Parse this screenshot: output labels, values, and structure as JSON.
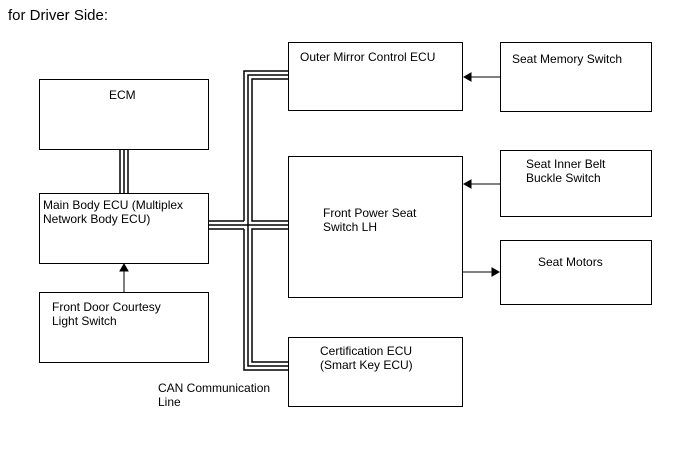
{
  "caption": "for Driver Side:",
  "blocks": {
    "ecm": "ECM",
    "main_body_ecu": "Main Body ECU (Multiplex\nNetwork Body ECU)",
    "front_door_switch": "Front Door Courtesy\nLight Switch",
    "outer_mirror_ecu": "Outer Mirror Control ECU",
    "front_power_seat_switch": "Front Power Seat\nSwitch LH",
    "certification_ecu": "Certification ECU\n(Smart Key ECU)",
    "seat_memory_switch": "Seat Memory Switch",
    "seat_inner_belt_switch": "Seat Inner Belt\nBuckle Switch",
    "seat_motors": "Seat Motors"
  },
  "can_line_label": "CAN Communication\nLine"
}
